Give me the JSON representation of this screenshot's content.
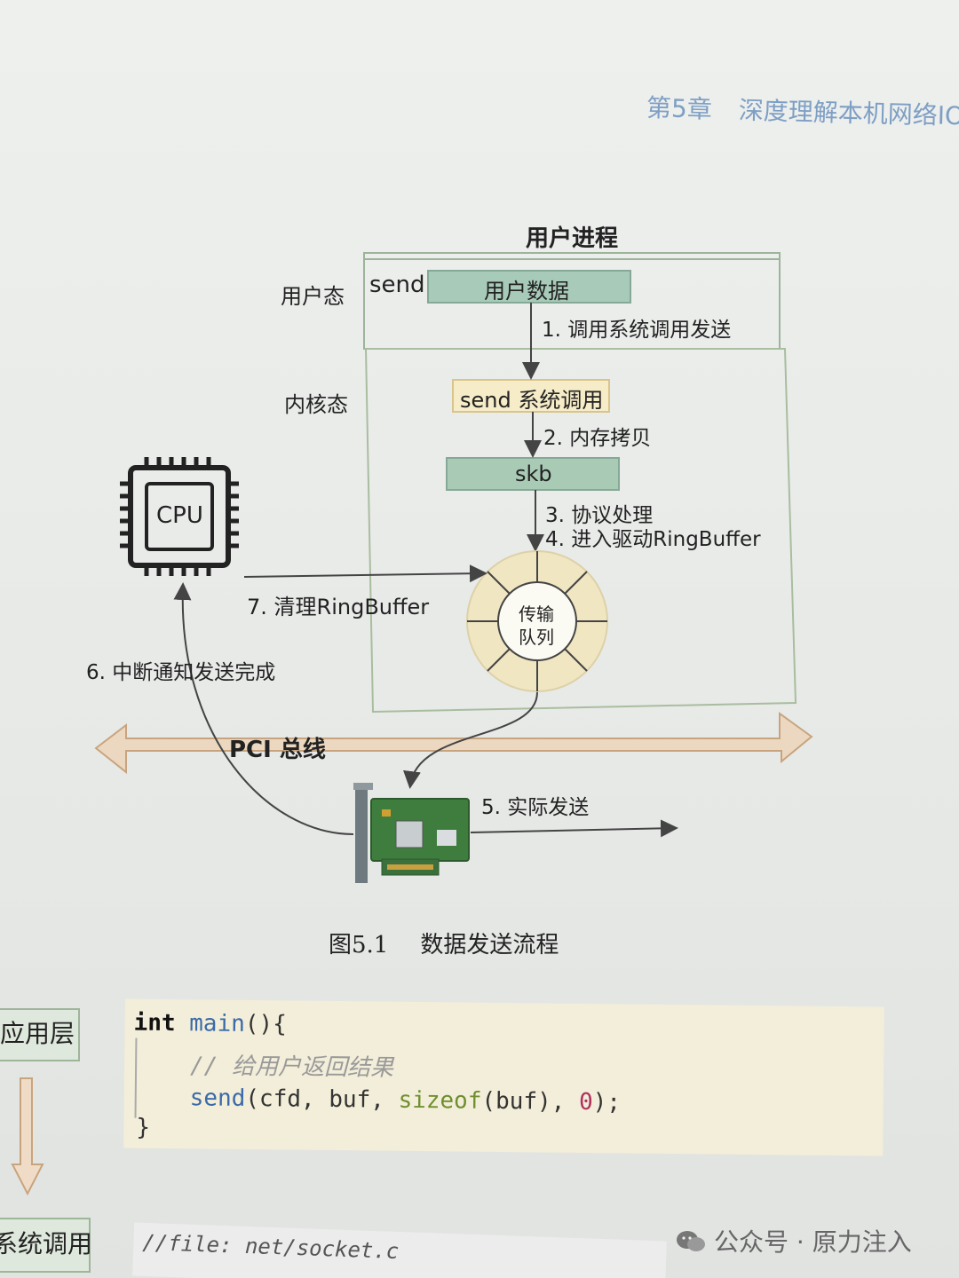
{
  "header": {
    "chapter": "第5章",
    "title": "深度理解本机网络IO"
  },
  "diagram": {
    "process_title": "用户进程",
    "user_mode": "用户态",
    "kernel_mode": "内核态",
    "send_label": "send",
    "user_data": "用户数据",
    "syscall_box": "send 系统调用",
    "skb_box": "skb",
    "queue": {
      "line1": "传输",
      "line2": "队列"
    },
    "cpu_label": "CPU",
    "pci_bus": "PCI 总线",
    "steps": {
      "s1": "1. 调用系统调用发送",
      "s2": "2. 内存拷贝",
      "s3": "3. 协议处理",
      "s4": "4. 进入驱动RingBuffer",
      "s5": "5. 实际发送",
      "s6": "6. 中断通知发送完成",
      "s7": "7. 清理RingBuffer"
    }
  },
  "caption": {
    "number": "图5.1",
    "text": "数据发送流程"
  },
  "side": {
    "app_layer": "应用层",
    "syscall": "系统调用"
  },
  "code": {
    "kw_int": "int",
    "fn_main": "main",
    "open": "(){",
    "comment": "// 给用户返回结果",
    "fn_send": "send",
    "args1": "(cfd, buf, ",
    "fn_sizeof": "sizeof",
    "args2": "(buf), ",
    "num": "0",
    "end": ");",
    "close": "}"
  },
  "file_line": "//file: net/socket.c",
  "watermark": "公众号 · 原力注入"
}
